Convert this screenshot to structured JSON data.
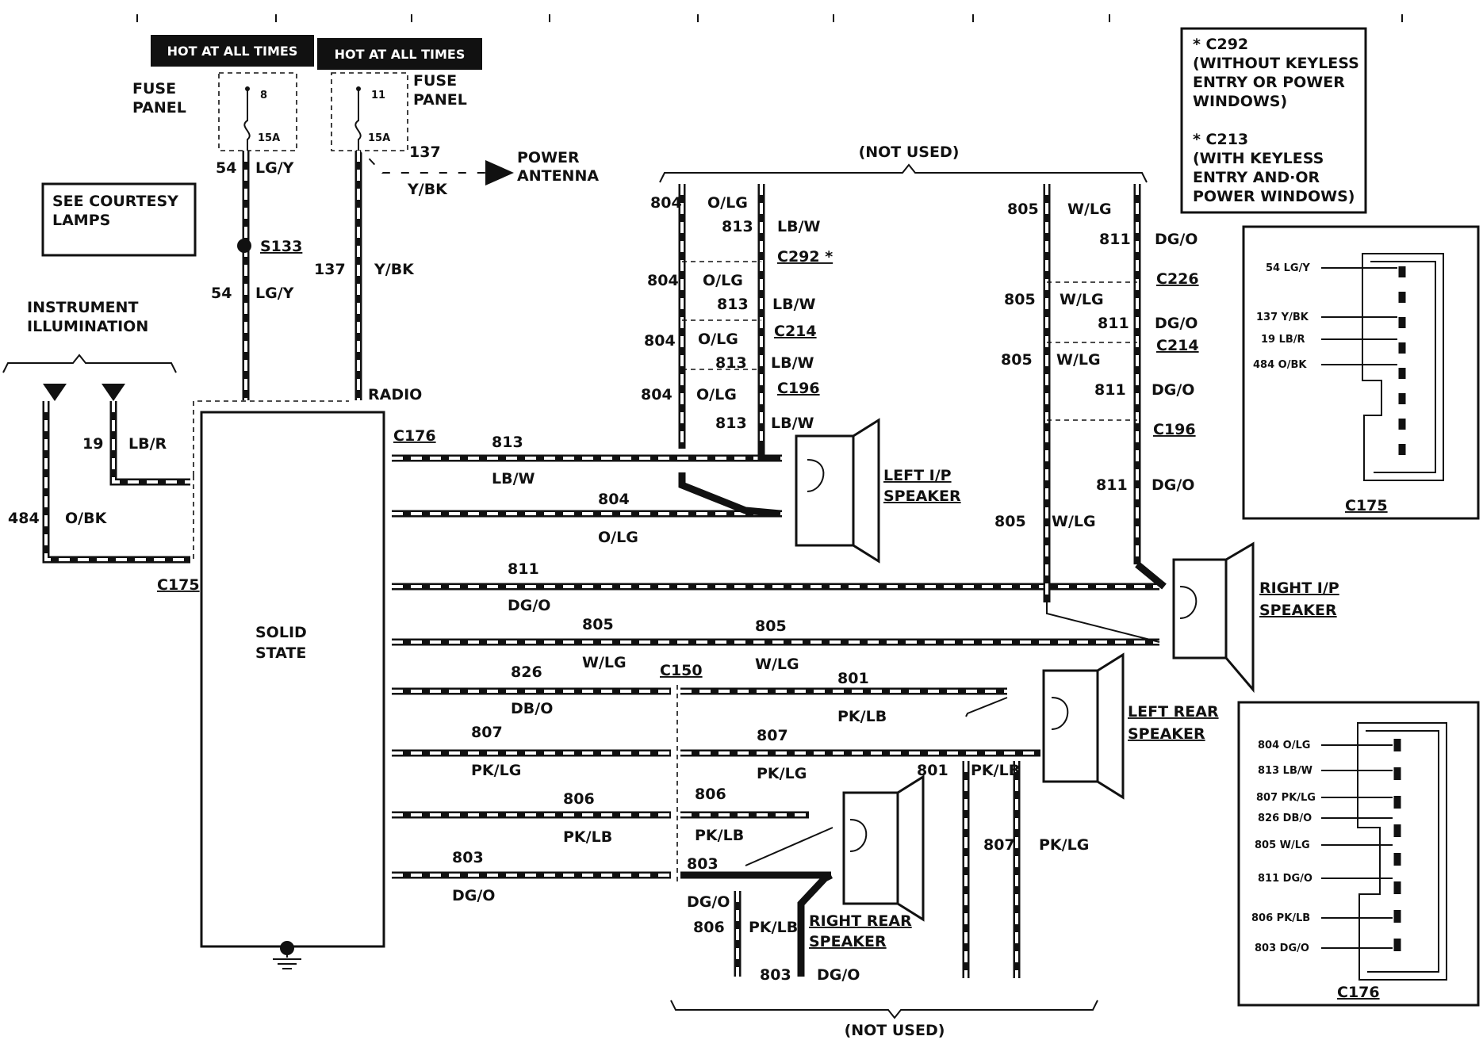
{
  "labels": {
    "hot1": "HOT AT ALL TIMES",
    "hot2": "HOT AT ALL TIMES",
    "fuse_panel": "FUSE",
    "fuse_panel2": "PANEL",
    "fuse1_num": "8",
    "fuse1_amp": "15A",
    "fuse2_num": "11",
    "fuse2_amp": "15A",
    "power_antenna1": "POWER",
    "power_antenna2": "ANTENNA",
    "see_courtesy1": "SEE COURTESY",
    "see_courtesy2": "LAMPS",
    "instrument1": "INSTRUMENT",
    "instrument2": "ILLUMINATION",
    "radio": "RADIO",
    "solid1": "SOLID",
    "solid2": "STATE",
    "not_used_top": "(NOT USED)",
    "not_used_bottom": "(NOT USED)",
    "left_ip1": "LEFT I/P",
    "left_ip2": "SPEAKER",
    "right_ip1": "RIGHT I/P",
    "right_ip2": "SPEAKER",
    "left_rear1": "LEFT REAR",
    "left_rear2": "SPEAKER",
    "right_rear1": "RIGHT REAR",
    "right_rear2": "SPEAKER",
    "note1": "* C292",
    "note2": "(WITHOUT KEYLESS",
    "note3": "ENTRY OR POWER",
    "note4": "WINDOWS)",
    "note5": "* C213",
    "note6": "(WITH KEYLESS",
    "note7": "ENTRY AND·OR",
    "note8": "POWER WINDOWS)"
  },
  "connectors": {
    "s133": "S133",
    "c175": "C175",
    "c176": "C176",
    "c292": "C292 *",
    "c214a": "C214",
    "c196a": "C196",
    "c226": "C226",
    "c214b": "C214",
    "c196b": "C196",
    "c150": "C150",
    "c175_box": "C175",
    "c176_box": "C176"
  },
  "wires": {
    "w54a": "54",
    "w54a_c": "LG/Y",
    "w54b": "54",
    "w54b_c": "LG/Y",
    "w137a": "137",
    "w137a_c": "Y/BK",
    "w137b": "137",
    "w137b_c": "Y/BK",
    "w19": "19",
    "w19_c": "LB/R",
    "w484": "484",
    "w484_c": "O/BK",
    "w804_1": "804",
    "w804_1c": "O/LG",
    "w813_1": "813",
    "w813_1c": "LB/W",
    "w804_2": "804",
    "w804_2c": "O/LG",
    "w813_2": "813",
    "w813_2c": "LB/W",
    "w804_3": "804",
    "w804_3c": "O/LG",
    "w813_3": "813",
    "w813_3c": "LB/W",
    "w804_4": "804",
    "w804_4c": "O/LG",
    "w813_4": "813",
    "w813_4c": "LB/W",
    "w805_1": "805",
    "w805_1c": "W/LG",
    "w811_1": "811",
    "w811_1c": "DG/O",
    "w805_2": "805",
    "w805_2c": "W/LG",
    "w811_2": "811",
    "w811_2c": "DG/O",
    "w805_3": "805",
    "w805_3c": "W/LG",
    "w811_3": "811",
    "w811_3c": "DG/O",
    "w811_4": "811",
    "w811_4c": "DG/O",
    "w805_4": "805",
    "w805_4c": "W/LG",
    "h813": "813",
    "h813c": "LB/W",
    "h804": "804",
    "h804c": "O/LG",
    "h811": "811",
    "h811c": "DG/O",
    "h805a": "805",
    "h805ac": "W/LG",
    "h805b": "805",
    "h805bc": "W/LG",
    "h826": "826",
    "h826c": "DB/O",
    "h801": "801",
    "h801c": "PK/LB",
    "h807a": "807",
    "h807ac": "PK/LG",
    "h807b": "807",
    "h807bc": "PK/LG",
    "h806a": "806",
    "h806ac": "PK/LB",
    "h806b": "806",
    "h806bc": "PK/LB",
    "h803a": "803",
    "h803ac": "DG/O",
    "h803b": "803",
    "h803bc": "DG/O",
    "v801": "801",
    "v801c": "PK/LB",
    "v807": "807",
    "v807c": "PK/LG",
    "v806": "806",
    "v806c": "PK/LB",
    "v803": "803",
    "v803c": "DG/O"
  },
  "c175_pins": [
    "54 LG/Y",
    "137 Y/BK",
    "19 LB/R",
    "484 O/BK"
  ],
  "c176_pins": [
    "804 O/LG",
    "813 LB/W",
    "807 PK/LG",
    "826 DB/O",
    "805 W/LG",
    "811 DG/O",
    "806 PK/LB",
    "803 DG/O"
  ]
}
